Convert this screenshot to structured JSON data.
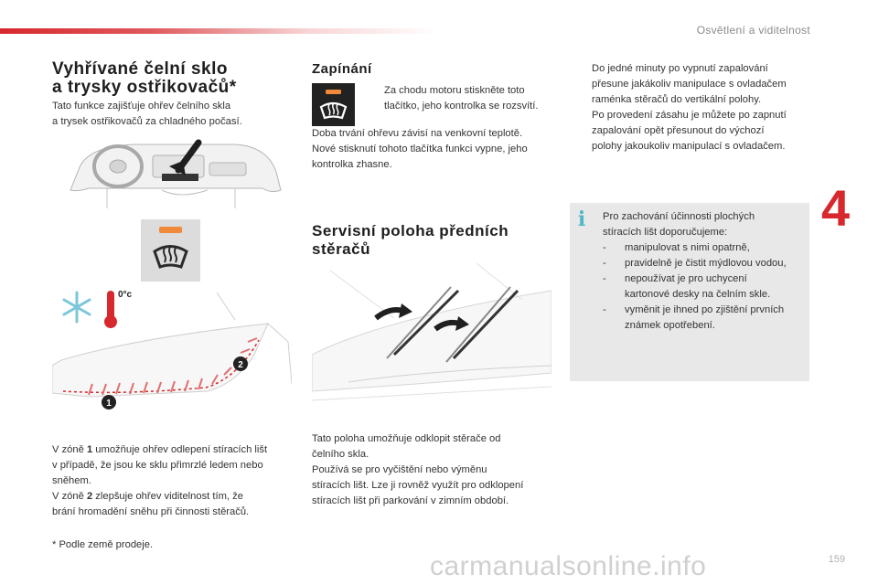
{
  "header": {
    "chapter_title": "Osvětlení a viditelnost",
    "chapter_number": "4",
    "accent_color": "#d6282d"
  },
  "left": {
    "title_line1": "Vyhřívané čelní sklo",
    "title_line2": "a trysky ostřikovačů*",
    "intro_line1": "Tato funkce zajišťuje ohřev čelního skla",
    "intro_line2": "a trysek ostřikovačů za chladného počasí.",
    "button_icon": "heated-windscreen-icon",
    "temperature_label": "0°c",
    "marker_1": "1",
    "marker_2": "2",
    "zone_lines": [
      {
        "pre": "V zóně ",
        "num": "1",
        "post": " umožňuje ohřev odlepení stíracích lišt"
      },
      {
        "pre": "v případě, že jsou ke sklu přimrzlé ledem nebo",
        "num": "",
        "post": ""
      },
      {
        "pre": "sněhem.",
        "num": "",
        "post": ""
      },
      {
        "pre": "V zóně ",
        "num": "2",
        "post": " zlepšuje ohřev viditelnost tím, že"
      },
      {
        "pre": "brání hromadění sněhu při činnosti stěračů.",
        "num": "",
        "post": ""
      }
    ],
    "footnote": "* Podle země prodeje."
  },
  "middle": {
    "zap_title": "Zapínání",
    "zap_bullet_mark": "",
    "zap_bullet_line1": "Za chodu motoru stiskněte toto",
    "zap_bullet_line2": "tlačítko, jeho kontrolka se rozsvítí.",
    "zap_text_lines": [
      "Doba trvání ohřevu závisí na venkovní teplotě.",
      "Nové stisknutí tohoto tlačítka funkci vypne, jeho",
      "kontrolka zhasne."
    ],
    "serv_title_line1": "Servisní poloha předních",
    "serv_title_line2": "stěračů",
    "serv_text_lines": [
      "Tato poloha umožňuje odklopit stěrače od",
      "čelního skla.",
      "Používá se pro vyčištění nebo výměnu",
      "stíracích lišt. Lze ji rovněž využít pro odklopení",
      "stíracích lišt při parkování v zimním období."
    ]
  },
  "right": {
    "bullets": [
      {
        "mark": "",
        "lines": [
          "Do jedné minuty po vypnutí zapalování",
          "přesune jakákoliv manipulace s ovladačem",
          "raménka stěračů do vertikální polohy."
        ]
      },
      {
        "mark": "",
        "lines": [
          "Po provedení zásahu je můžete po zapnutí",
          "zapalování opět přesunout do výchozí",
          "polohy jakoukoliv manipulací s ovladačem."
        ]
      }
    ],
    "info": {
      "icon": "i",
      "intro_lines": [
        "Pro zachování účinnosti plochých",
        "stíracích lišt doporučujeme:"
      ],
      "items": [
        {
          "mark": "-",
          "lines": [
            "manipulovat s nimi opatrně,"
          ]
        },
        {
          "mark": "-",
          "lines": [
            "pravidelně je čistit mýdlovou vodou,"
          ]
        },
        {
          "mark": "-",
          "lines": [
            "nepoužívat je pro uchycení",
            "kartonové desky na čelním skle."
          ]
        },
        {
          "mark": "-",
          "lines": [
            "vyměnit je ihned po zjištění prvních",
            "známek opotřebení."
          ]
        }
      ],
      "icon_color": "#4db8c9",
      "box_color": "#e8e8e8"
    }
  },
  "footer": {
    "brand": "carmanualsonline.info",
    "page_number": "159"
  }
}
